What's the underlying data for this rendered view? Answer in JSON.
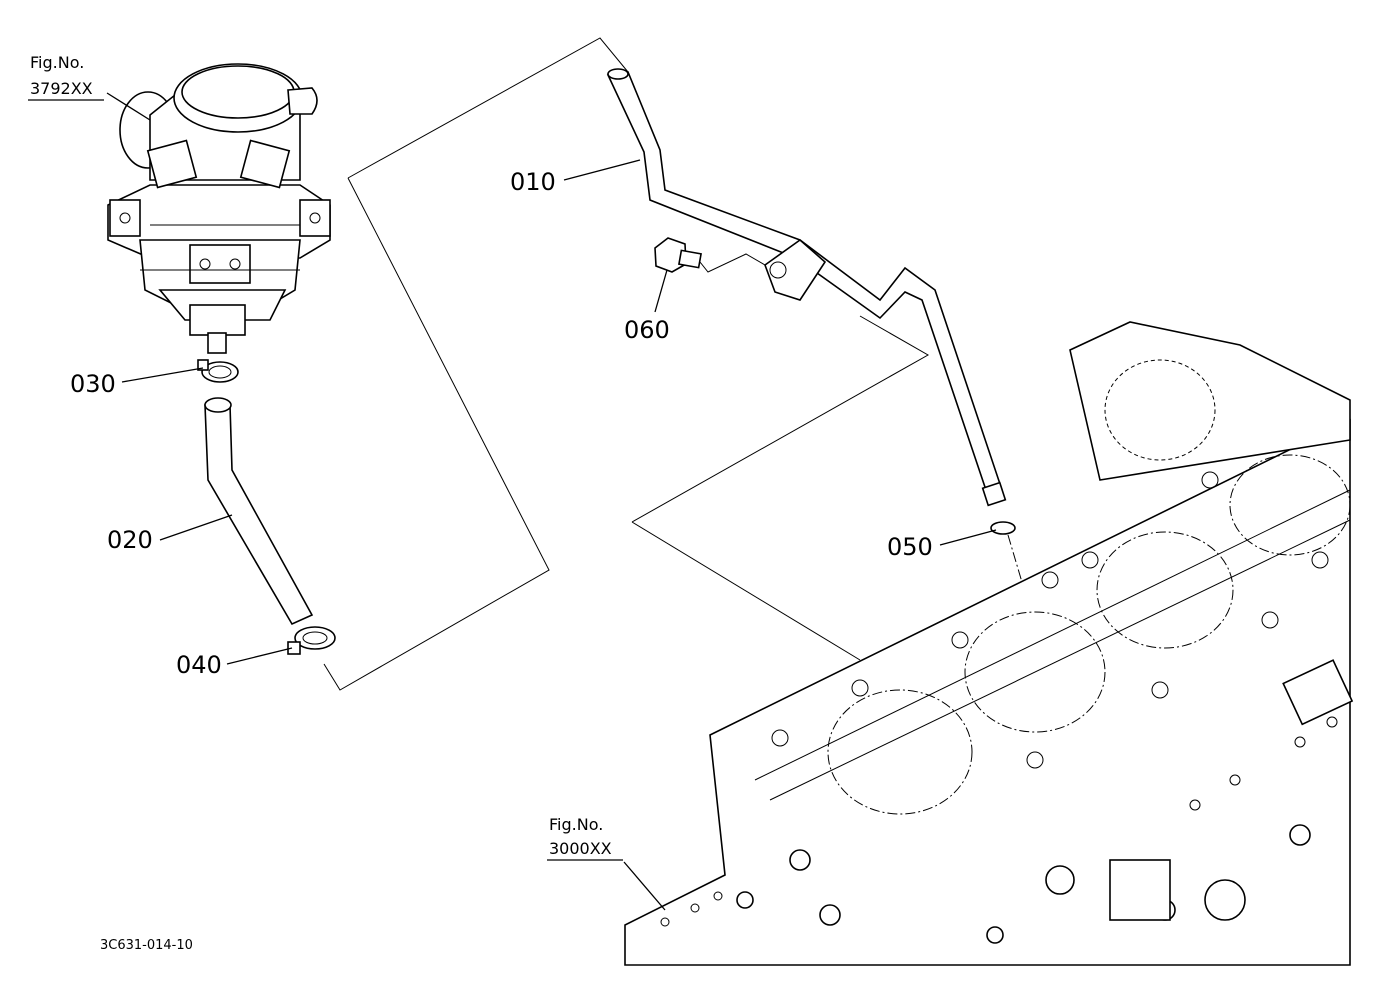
{
  "refs": {
    "top": {
      "line1": "Fig.No.",
      "line2": "3792XX"
    },
    "bottom": {
      "line1": "Fig.No.",
      "line2": "3000XX"
    }
  },
  "callouts": {
    "p010": "010",
    "p020": "020",
    "p030": "030",
    "p040": "040",
    "p050": "050",
    "p060": "060"
  },
  "drawing_code": "3C631-014-10"
}
